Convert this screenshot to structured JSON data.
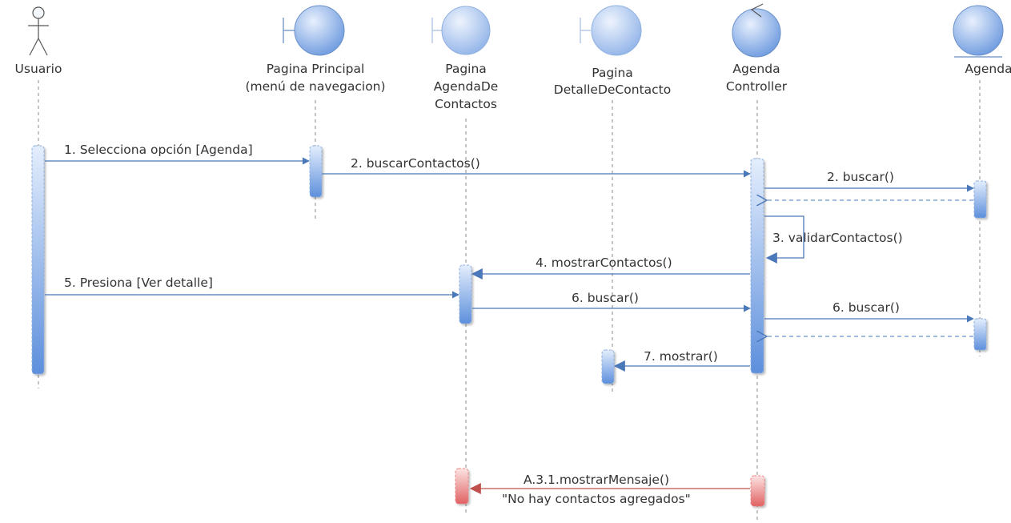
{
  "colors": {
    "lifeline": "#888888",
    "arrow": "#4a78b8",
    "error_arrow": "#c0504d",
    "activation_blue_light": "#dbe7fb",
    "activation_blue_dark": "#5d8fdc",
    "activation_red_light": "#fbd5d5",
    "activation_red_dark": "#e06262",
    "node_fill_light": "#dbe8fb",
    "node_fill_dark": "#6c9be0"
  },
  "participants": [
    {
      "id": "usuario",
      "kind": "actor",
      "icon": "actor-icon",
      "label_lines": [
        "Usuario"
      ]
    },
    {
      "id": "pagina-principal",
      "kind": "boundary",
      "icon": "boundary-icon",
      "label_lines": [
        "Pagina Principal",
        "(menú de navegacion)"
      ]
    },
    {
      "id": "pagina-agenda-de-contactos",
      "kind": "boundary",
      "icon": "boundary-icon",
      "label_lines": [
        "Pagina",
        "AgendaDe",
        "Contactos"
      ]
    },
    {
      "id": "pagina-detalle-de-contacto",
      "kind": "boundary",
      "icon": "boundary-icon",
      "label_lines": [
        "Pagina",
        "DetalleDeContacto"
      ]
    },
    {
      "id": "agenda-controller",
      "kind": "control",
      "icon": "control-icon",
      "label_lines": [
        "Agenda",
        "Controller"
      ]
    },
    {
      "id": "agenda",
      "kind": "entity",
      "icon": "entity-icon",
      "label_lines": [
        "Agenda"
      ]
    }
  ],
  "messages": [
    {
      "id": "m1",
      "label": "1. Selecciona opción [Agenda]",
      "from": "usuario",
      "to": "pagina-principal",
      "kind": "sync"
    },
    {
      "id": "m2",
      "label": "2. buscarContactos()",
      "from": "pagina-principal",
      "to": "agenda-controller",
      "kind": "sync"
    },
    {
      "id": "m3",
      "label": "2. buscar()",
      "from": "agenda-controller",
      "to": "agenda",
      "kind": "sync"
    },
    {
      "id": "m3r",
      "label": "",
      "from": "agenda",
      "to": "agenda-controller",
      "kind": "return"
    },
    {
      "id": "m4",
      "label": "3. validarContactos()",
      "from": "agenda-controller",
      "to": "agenda-controller",
      "kind": "self"
    },
    {
      "id": "m5",
      "label": "4. mostrarContactos()",
      "from": "agenda-controller",
      "to": "pagina-agenda-de-contactos",
      "kind": "sync"
    },
    {
      "id": "m6",
      "label": "5. Presiona [Ver detalle]",
      "from": "usuario",
      "to": "pagina-agenda-de-contactos",
      "kind": "sync"
    },
    {
      "id": "m7",
      "label": "6. buscar()",
      "from": "pagina-agenda-de-contactos",
      "to": "agenda-controller",
      "kind": "sync"
    },
    {
      "id": "m8",
      "label": "6. buscar()",
      "from": "agenda-controller",
      "to": "agenda",
      "kind": "sync"
    },
    {
      "id": "m8r",
      "label": "",
      "from": "agenda",
      "to": "agenda-controller",
      "kind": "return"
    },
    {
      "id": "m9",
      "label": "7. mostrar()",
      "from": "agenda-controller",
      "to": "pagina-detalle-de-contacto",
      "kind": "sync"
    },
    {
      "id": "m10",
      "label": "A.3.1.mostrarMensaje()",
      "label2": "\"No hay contactos agregados\"",
      "from": "agenda-controller",
      "to": "pagina-agenda-de-contactos",
      "kind": "error"
    }
  ]
}
